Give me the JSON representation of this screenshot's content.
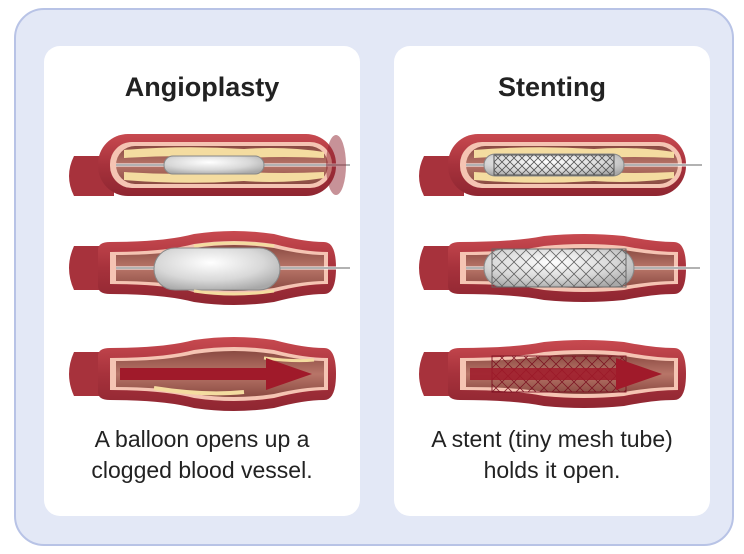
{
  "panels": [
    {
      "title": "Angioplasty",
      "caption_lines": [
        "A balloon opens up a",
        "clogged blood vessel."
      ]
    },
    {
      "title": "Stenting",
      "caption_lines": [
        "A stent (tiny mesh tube)",
        "holds it open."
      ]
    }
  ],
  "colors": {
    "frame_bg": "#e3e8f6",
    "frame_border": "#b8c3e6",
    "vessel_outer": "#b3333e",
    "vessel_wall": "#f5c4b3",
    "vessel_inner": "#a8665a",
    "plaque": "#f4dca0",
    "balloon": "#dcdcdc",
    "stent_mesh": "#555555",
    "flow_arrow": "#a01a2a"
  }
}
